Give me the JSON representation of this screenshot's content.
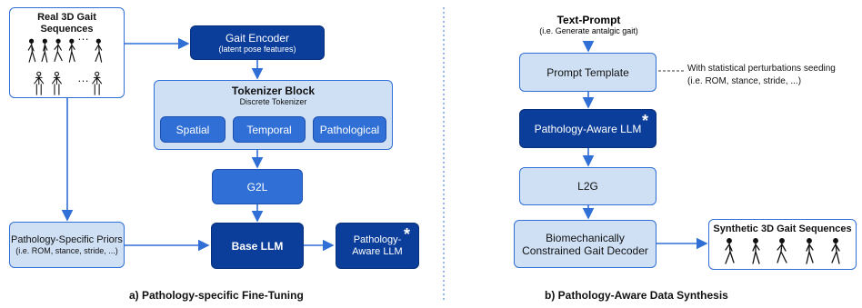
{
  "left": {
    "real_sequences_title": "Real 3D Gait Sequences",
    "row1_ellipsis": "…",
    "row2_ellipsis": "…",
    "gait_encoder": {
      "title": "Gait Encoder",
      "subtitle": "(latent pose features)"
    },
    "tokenizer": {
      "title": "Tokenizer Block",
      "subtitle": "Discrete Tokenizer",
      "items": [
        "Spatial",
        "Temporal",
        "Pathological"
      ]
    },
    "g2l": "G2L",
    "priors": {
      "title": "Pathology-Specific Priors",
      "subtitle": "(i.e. ROM, stance, stride, ...)"
    },
    "base_llm": "Base LLM",
    "pathology_llm": {
      "line1": "Pathology-",
      "line2": "Aware LLM",
      "star": "*"
    },
    "caption": "a) Pathology-specific Fine-Tuning"
  },
  "right": {
    "text_prompt": {
      "title": "Text-Prompt",
      "subtitle": "(i.e. Generate antalgic gait)"
    },
    "prompt_template": "Prompt Template",
    "perturbation_note": {
      "line1": "With statistical perturbations seeding",
      "line2": "(i.e. ROM, stance, stride, ...)"
    },
    "pathology_llm": {
      "label": "Pathology-Aware LLM",
      "star": "*"
    },
    "l2g": "L2G",
    "decoder": {
      "line1": "Biomechanically",
      "line2": "Constrained Gait Decoder"
    },
    "synthetic_title": "Synthetic 3D Gait Sequences",
    "caption": "b) Pathology-Aware Data Synthesis"
  },
  "colors": {
    "arrow": "#2f6fd6",
    "light_fill": "#cfe0f5",
    "mid_fill": "#2f6fd6",
    "dark_fill": "#0b3d9a",
    "divider": "#2f6fd6"
  }
}
